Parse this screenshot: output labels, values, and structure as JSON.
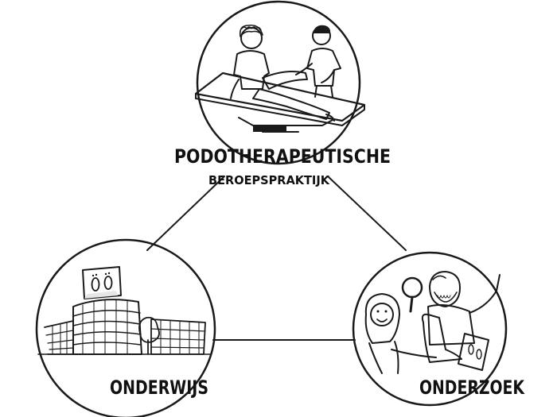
{
  "nodes": {
    "practice": {
      "title": "PODOTHERAPEUTISCHE",
      "subtitle": "BEROEPSPRAKTIJK"
    },
    "education": {
      "title": "ONDERWIJS"
    },
    "research": {
      "title": "ONDERZOEK"
    }
  },
  "colors": {
    "ink": "#1a1a1a",
    "patient_shirt": "#1fa37a",
    "therapist_shirt": "#4cc3d9",
    "paper_shade": "#e6e6e6"
  }
}
